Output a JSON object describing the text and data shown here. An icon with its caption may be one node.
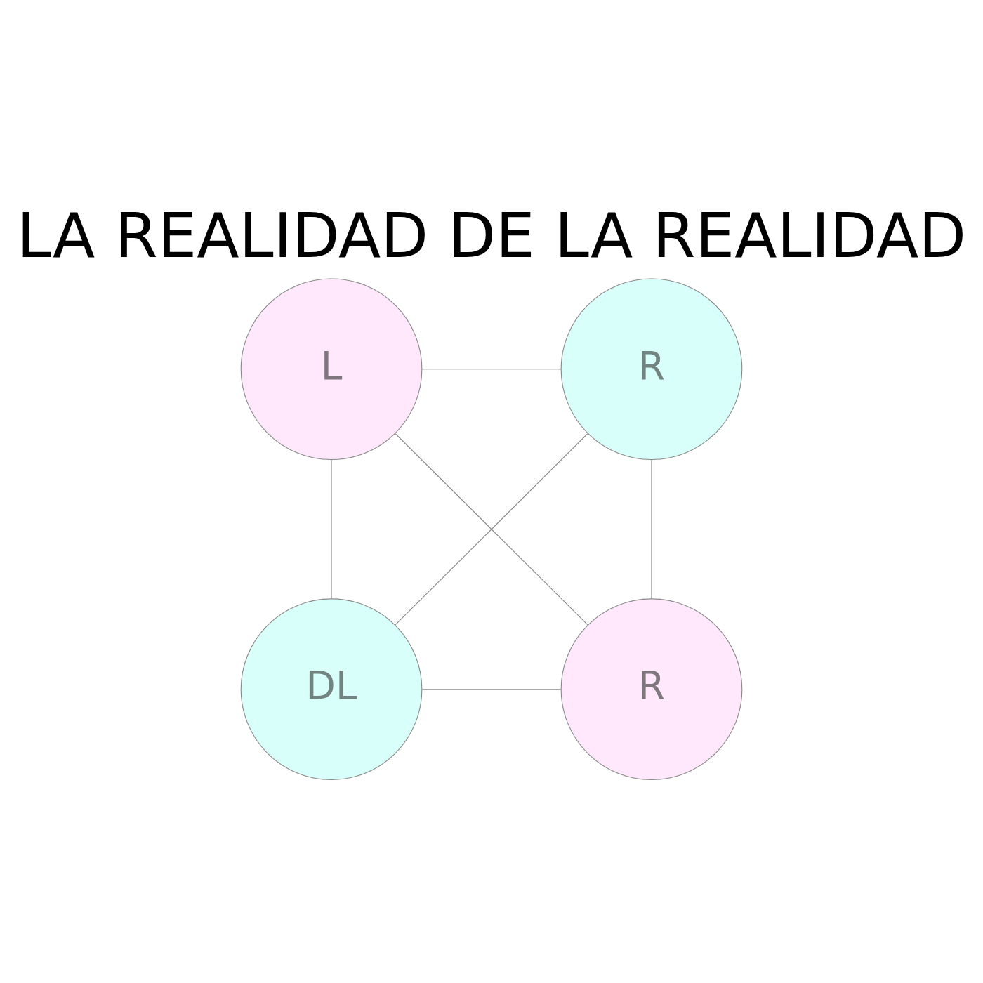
{
  "diagram": {
    "title": "LA REALIDAD DE LA REALIDAD",
    "nodes": [
      {
        "text": [
          "L"
        ]
      },
      {
        "text": [
          "R"
        ]
      },
      {
        "text": [
          "DL"
        ]
      },
      {
        "text": [
          "R"
        ]
      }
    ],
    "edges": [
      {
        "from": 0,
        "to": 1,
        "arrow": "none"
      },
      {
        "from": 0,
        "to": 2,
        "arrow": "none"
      },
      {
        "from": 0,
        "to": 3,
        "arrow": "none"
      },
      {
        "from": 1,
        "to": 3,
        "arrow": "none"
      },
      {
        "from": 1,
        "to": 2,
        "arrow": "none"
      },
      {
        "from": 2,
        "to": 3,
        "arrow": "none"
      }
    ]
  }
}
